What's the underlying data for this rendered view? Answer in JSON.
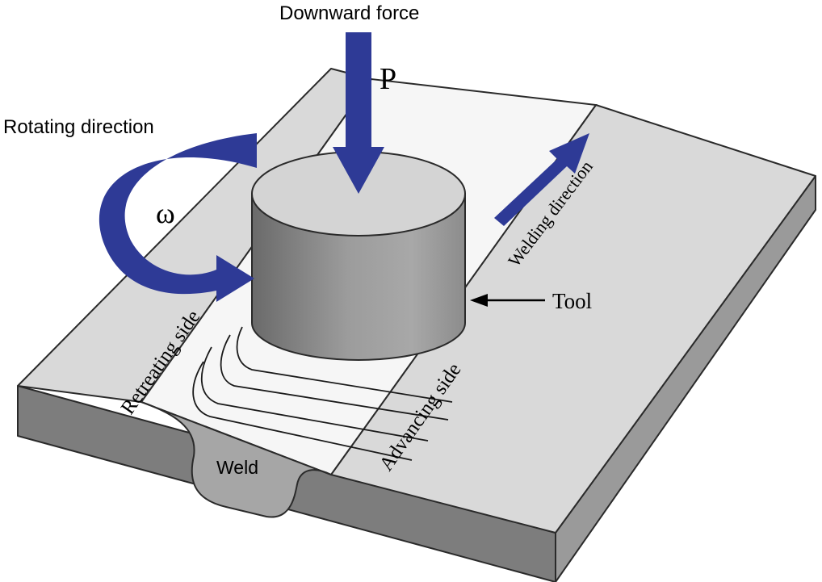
{
  "labels": {
    "downward_force": "Downward force",
    "force_symbol": "P",
    "rotating_direction": "Rotating direction",
    "rotation_symbol": "ω",
    "welding_direction": "Welding direction",
    "tool": "Tool",
    "retreating_side": "Retreating side",
    "advancing_side": "Advancing side",
    "weld": "Weld"
  },
  "colors": {
    "arrow_blue": "#2e3a96",
    "plate_top": "#d9d9d9",
    "plate_front": "#7d7d7d",
    "plate_side": "#9a9a9a",
    "weld_fill": "#a6a6a6",
    "tool_top": "#d4d4d4"
  }
}
